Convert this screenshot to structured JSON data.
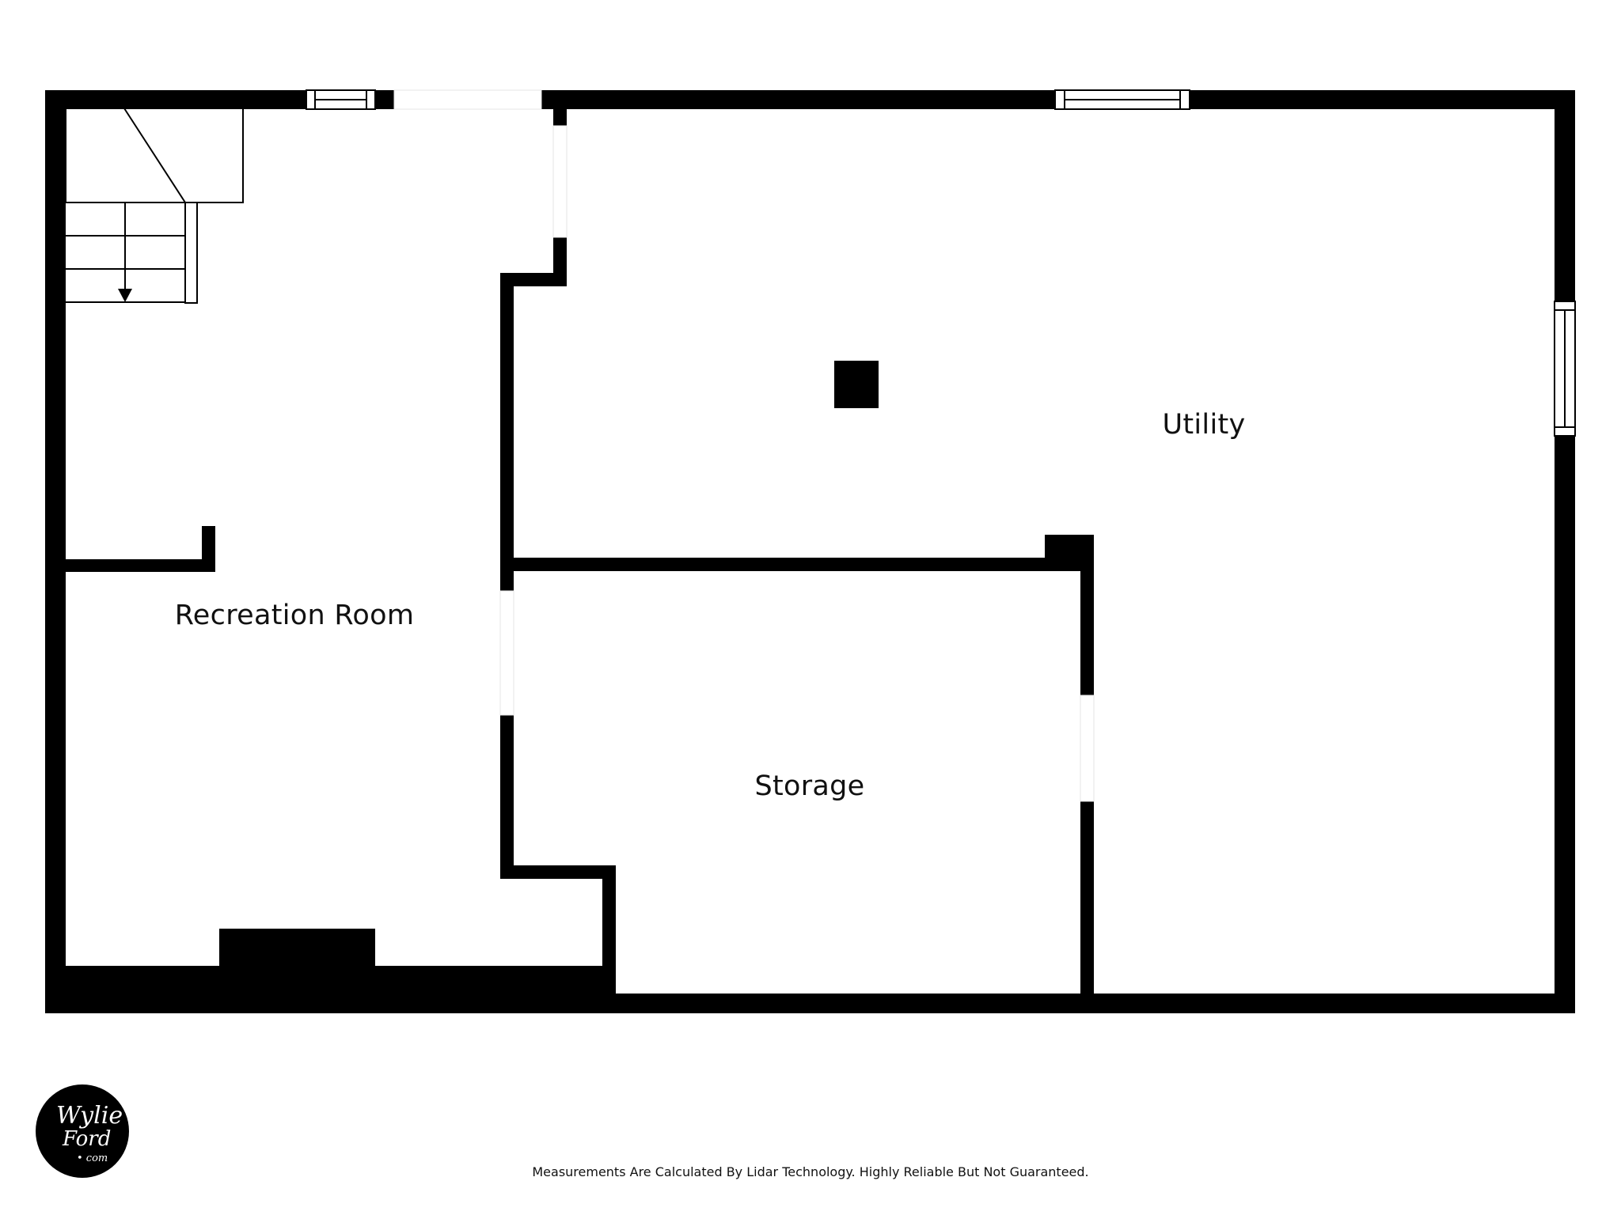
{
  "floor_plan": {
    "rooms": [
      {
        "id": "recreation",
        "label": "Recreation Room"
      },
      {
        "id": "storage",
        "label": "Storage"
      },
      {
        "id": "utility",
        "label": "Utility"
      }
    ],
    "features": [
      "stairs-down",
      "fireplace",
      "column",
      "windows",
      "doors"
    ]
  },
  "logo": {
    "line1": "Wylie",
    "line2": "Ford",
    "line3": "• com"
  },
  "footer": {
    "disclaimer": "Measurements Are Calculated By Lidar Technology. Highly Reliable But Not Guaranteed."
  },
  "colors": {
    "wall": "#000000",
    "background": "#ffffff"
  }
}
